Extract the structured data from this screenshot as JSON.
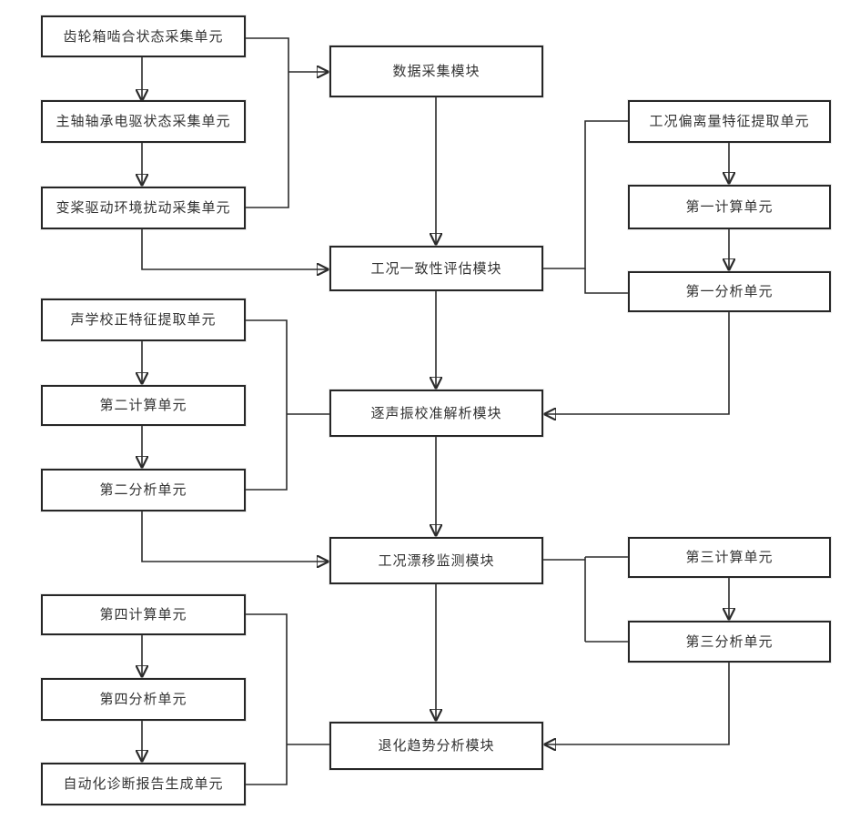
{
  "diagram": {
    "type": "flowchart",
    "colors": {
      "background": "#ffffff",
      "box_border": "#262626",
      "box_fill": "#ffffff",
      "line": "#2b2b2b",
      "text": "#333333"
    },
    "nodes": {
      "gearbox_mesh_acq": "齿轮箱啮合状态采集单元",
      "shaft_bearing_acq": "主轴轴承电驱状态采集单元",
      "pitch_drive_acq": "变桨驱动环境扰动采集单元",
      "data_acquisition_module": "数据采集模块",
      "condition_deviation_extract": "工况偏离量特征提取单元",
      "first_calc_unit": "第一计算单元",
      "first_analysis_unit": "第一分析单元",
      "condition_consistency_module": "工况一致性评估模块",
      "acoustic_correction_extract": "声学校正特征提取单元",
      "second_calc_unit": "第二计算单元",
      "second_analysis_unit": "第二分析单元",
      "acoustic_vibration_calibration_module": "逐声振校准解析模块",
      "condition_drift_module": "工况漂移监测模块",
      "third_calc_unit": "第三计算单元",
      "third_analysis_unit": "第三分析单元",
      "fourth_calc_unit": "第四计算单元",
      "fourth_analysis_unit": "第四分析单元",
      "auto_diagnosis_report_unit": "自动化诊断报告生成单元",
      "degradation_trend_module": "退化趋势分析模块"
    }
  }
}
